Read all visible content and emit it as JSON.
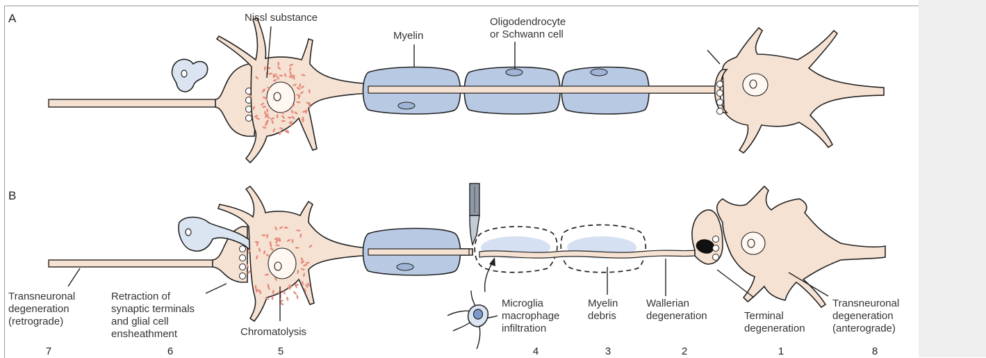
{
  "panels": {
    "a": "A",
    "b": "B"
  },
  "labels_a": {
    "nissl": "Nissl substance",
    "myelin": "Myelin",
    "oligo_line1": "Oligodendrocyte",
    "oligo_line2": "or Schwann cell"
  },
  "labels_b": {
    "trans_retro": [
      "Transneuronal",
      "degeneration",
      "(retrograde)"
    ],
    "retraction": [
      "Retraction of",
      "synaptic terminals",
      "and glial cell",
      "ensheathment"
    ],
    "chromatolysis": "Chromatolysis",
    "microglia": [
      "Microglia",
      "macrophage",
      "infiltration"
    ],
    "myelin_debris": [
      "Myelin",
      "debris"
    ],
    "wallerian": [
      "Wallerian",
      "degeneration"
    ],
    "terminal": [
      "Terminal",
      "degeneration"
    ],
    "trans_antero": [
      "Transneuronal",
      "degeneration",
      "(anterograde)"
    ]
  },
  "stage_numbers": [
    "7",
    "6",
    "5",
    "4",
    "3",
    "2",
    "1",
    "8"
  ],
  "colors": {
    "cell_fill": "#f6e2d3",
    "myelin_fill": "#b8c9e3",
    "nissl": "#e48c7c",
    "sidebar": "#efefef"
  }
}
